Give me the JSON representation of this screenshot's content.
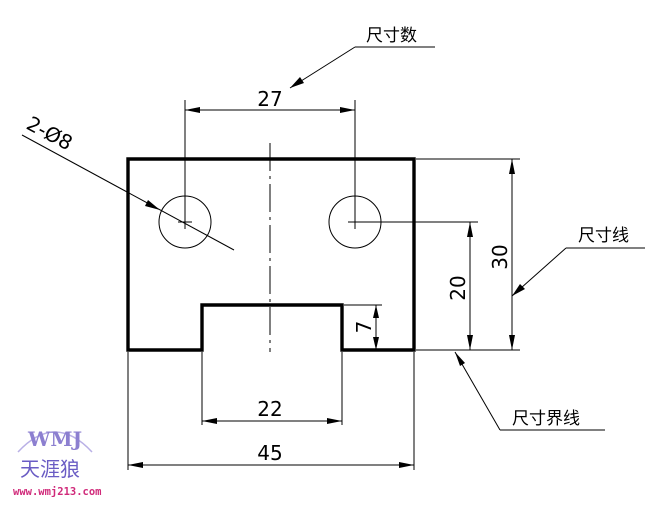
{
  "dimensions": {
    "width_27": "27",
    "holes": "2-Ø8",
    "height_30": "30",
    "height_20": "20",
    "slot_depth": "7",
    "slot_width": "22",
    "total_width": "45"
  },
  "callouts": {
    "dimension_number": "尺寸数",
    "dimension_line": "尺寸线",
    "extension_line": "尺寸界线"
  },
  "watermark": {
    "logo_letters": "WMJ",
    "chinese_name": "天涯狼",
    "url": "www.wmj213.com"
  }
}
